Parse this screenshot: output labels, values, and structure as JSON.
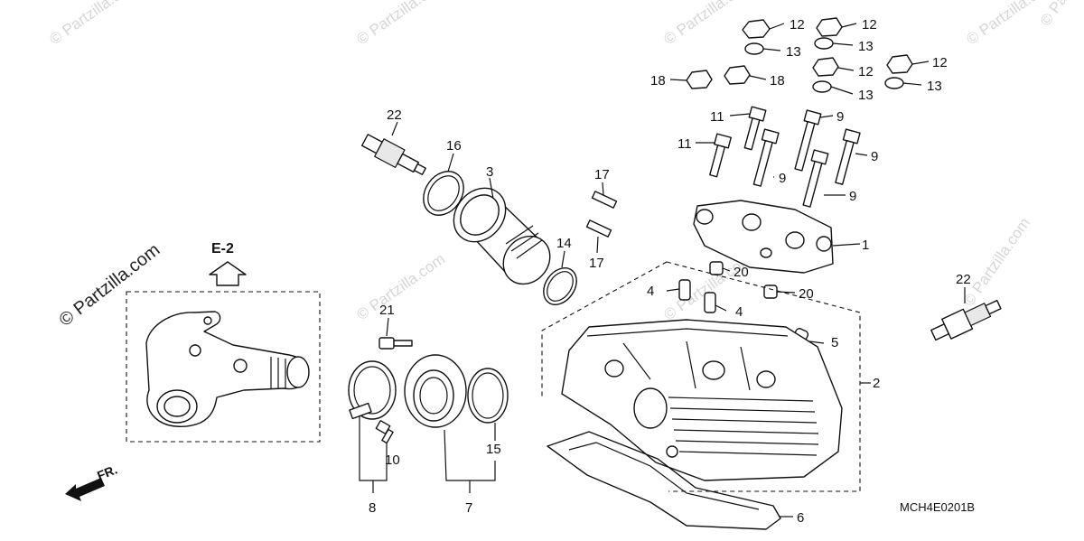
{
  "watermarks": [
    "© Partzilla.com",
    "© Partzilla.com",
    "© Partzilla.com",
    "© Partzilla.com",
    "© Partzilla.com",
    "© Partzilla.com",
    "© Partzilla.com",
    "© Partzilla.com"
  ],
  "side_watermark": "© Partzilla.com",
  "ref_label": "E-2",
  "front_label": "FR.",
  "diagram_code": "MCH4E0201B",
  "callouts": {
    "c1": "1",
    "c2": "2",
    "c3": "3",
    "c4a": "4",
    "c4b": "4",
    "c5": "5",
    "c6": "6",
    "c7": "7",
    "c8": "8",
    "c9a": "9",
    "c9b": "9",
    "c9c": "9",
    "c9d": "9",
    "c10": "10",
    "c11a": "11",
    "c11b": "11",
    "c12a": "12",
    "c12b": "12",
    "c12c": "12",
    "c12d": "12",
    "c13a": "13",
    "c13b": "13",
    "c13c": "13",
    "c13d": "13",
    "c14": "14",
    "c15": "15",
    "c16": "16",
    "c17a": "17",
    "c17b": "17",
    "c18a": "18",
    "c18b": "18",
    "c20a": "20",
    "c20b": "20",
    "c21": "21",
    "c22a": "22",
    "c22b": "22"
  }
}
